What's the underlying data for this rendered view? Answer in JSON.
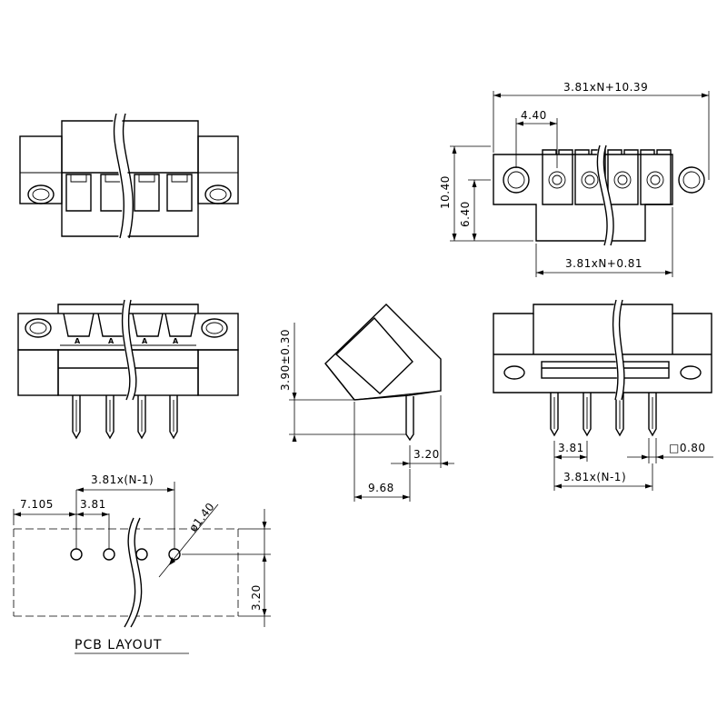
{
  "top_view": {
    "overall_width": "3.81xN+10.39",
    "flange_offset": "4.40",
    "height_total": "10.40",
    "height_mid": "6.40",
    "body_width": "3.81xN+0.81"
  },
  "front_view": {
    "pin_marks": [
      "A",
      "A",
      "A",
      "A"
    ]
  },
  "side_view": {
    "height": "3.90±0.30",
    "pin_offset": "3.20",
    "depth": "9.68"
  },
  "rear_view": {
    "pitch": "3.81",
    "pin_size": "□0.80",
    "span": "3.81x(N-1)"
  },
  "pcb_layout": {
    "title": "PCB LAYOUT",
    "span": "3.81x(N-1)",
    "edge_offset": "7.105",
    "pitch": "3.81",
    "hole_diameter": "ø1.40",
    "row_offset": "3.20"
  }
}
